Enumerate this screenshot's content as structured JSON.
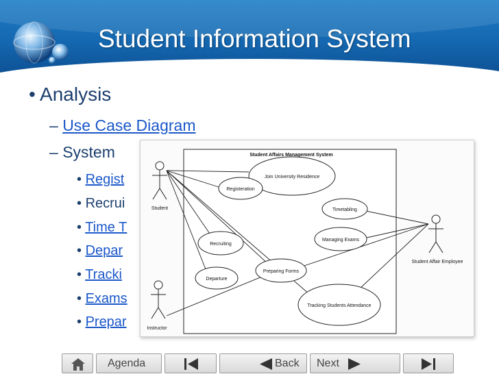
{
  "slide": {
    "title": "Student Information System",
    "bullet_analysis": "Analysis",
    "sub_use_case": "Use Case Diagram",
    "sub_system": "System",
    "items": [
      "Regist",
      "Recrui",
      "Time T",
      "Depar",
      "Tracki",
      "Exams",
      "Prepar"
    ]
  },
  "diagram": {
    "system_title": "Student Affairs Management System",
    "actors": {
      "student": "Student",
      "instructor": "Instructor",
      "employee": "Student Affair Employee"
    },
    "use_cases": {
      "join": "Join University Residence",
      "registration": "Registeration",
      "timetabling": "Timetabling",
      "managing_exams": "Managing Exams",
      "recruiting": "Recruiting",
      "preparing_forms": "Preparing Forms",
      "departure": "Departure",
      "tracking": "Tracking Students Attendance"
    }
  },
  "nav": {
    "agenda": "Agenda",
    "back": "Back",
    "next": "Next"
  },
  "colors": {
    "banner": "#1467b0",
    "bullet_text": "#1c3f6e",
    "link": "#1a57c9"
  }
}
